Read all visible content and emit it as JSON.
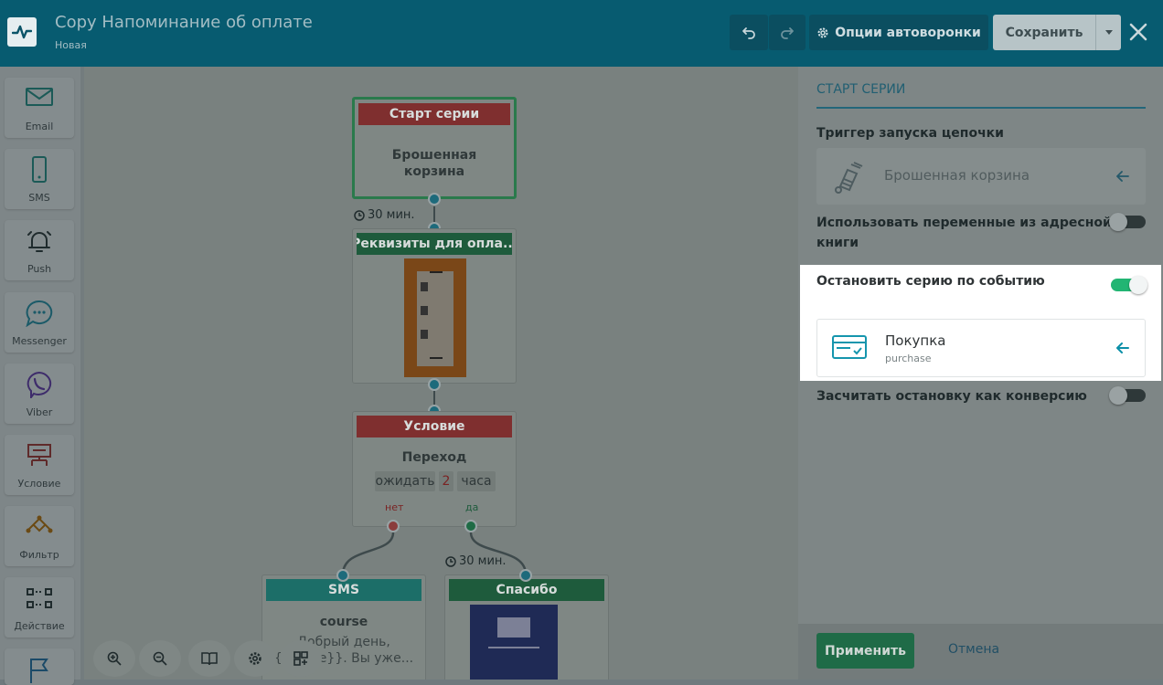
{
  "header": {
    "title": "Copy Напоминание об оплате",
    "subtitle": "Новая",
    "options_label": "Опции автоворонки",
    "save_label": "Сохранить"
  },
  "toolbar": {
    "items": [
      {
        "label": "Email",
        "icon": "envelope-icon"
      },
      {
        "label": "SMS",
        "icon": "phone-icon"
      },
      {
        "label": "Push",
        "icon": "bell-icon"
      },
      {
        "label": "Messenger",
        "icon": "chat-bubble-icon"
      },
      {
        "label": "Viber",
        "icon": "viber-icon"
      },
      {
        "label": "Условие",
        "icon": "condition-icon"
      },
      {
        "label": "Фильтр",
        "icon": "filter-icon"
      },
      {
        "label": "Действие",
        "icon": "action-icon"
      }
    ]
  },
  "canvas": {
    "start_node": {
      "header": "Старт серии",
      "line1": "Брошенная",
      "line2": "корзина"
    },
    "timer1": "30 мин.",
    "email_node": {
      "header": "Реквизиты для опла..."
    },
    "condition_node": {
      "header": "Условие",
      "title": "Переход",
      "wait_label": "ожидать",
      "wait_value": "2",
      "wait_unit": "часа",
      "no_label": "нет",
      "yes_label": "да"
    },
    "timer2": "30 мин.",
    "sms_node": {
      "header": "SMS",
      "title": "course",
      "text1": "Добрый день,",
      "text2": "{{name}}. Вы уже..."
    },
    "thanks_node": {
      "header": "Спасибо"
    }
  },
  "panel": {
    "title": "СТАРТ СЕРИИ",
    "trigger_label": "Триггер запуска цепочки",
    "trigger_value": "Брошенная корзина",
    "use_vars_line1": "Использовать переменные из адресной",
    "use_vars_line2": "книги",
    "use_vars_on": false,
    "stop_label": "Остановить серию по событию",
    "stop_on": true,
    "event_title": "Покупка",
    "event_sub": "purchase",
    "conversion_label": "Засчитать остановку как конверсию",
    "conversion_on": false,
    "apply_label": "Применить",
    "cancel_label": "Отмена"
  },
  "colors": {
    "accent": "#0b8fa8",
    "success": "#22b573",
    "header_bg": "#075b70"
  }
}
